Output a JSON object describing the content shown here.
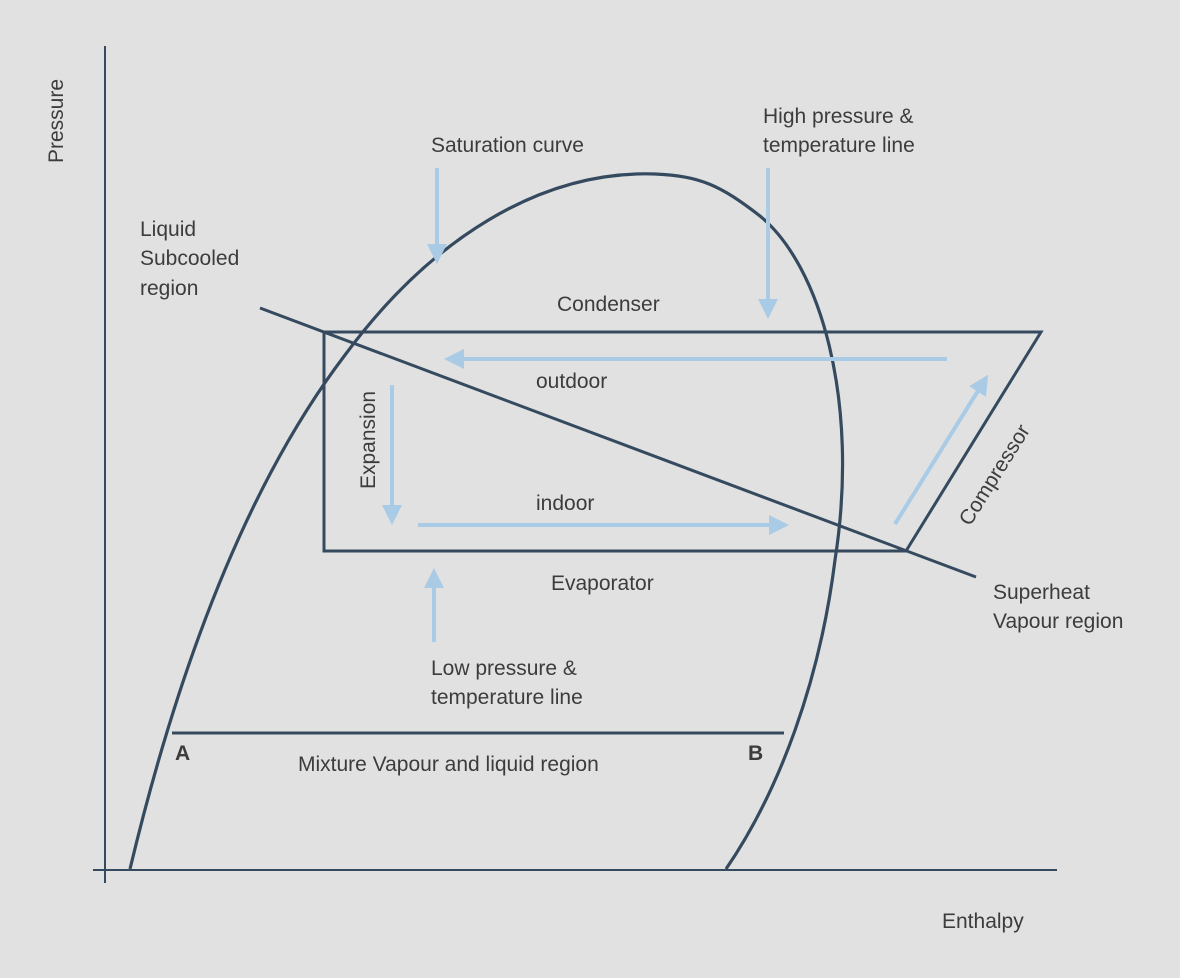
{
  "colors": {
    "background": "#e1e1e1",
    "line": "#354a5f",
    "arrow": "#a9cbe6",
    "text": "#3c3c3c"
  },
  "axes": {
    "y_label": "Pressure",
    "x_label": "Enthalpy"
  },
  "labels": {
    "saturation_curve": "Saturation curve",
    "high_pressure_line1": "High pressure &",
    "high_pressure_line2": "temperature line",
    "liquid_region_line1": "Liquid",
    "liquid_region_line2": "Subcooled",
    "liquid_region_line3": "region",
    "condenser": "Condenser",
    "outdoor": "outdoor",
    "expansion": "Expansion",
    "indoor": "indoor",
    "compressor": "Compressor",
    "evaporator": "Evaporator",
    "superheat_line1": "Superheat",
    "superheat_line2": "Vapour region",
    "low_pressure_line1": "Low pressure &",
    "low_pressure_line2": "temperature line",
    "point_a": "A",
    "point_b": "B",
    "mixture_region": "Mixture Vapour and liquid region"
  }
}
